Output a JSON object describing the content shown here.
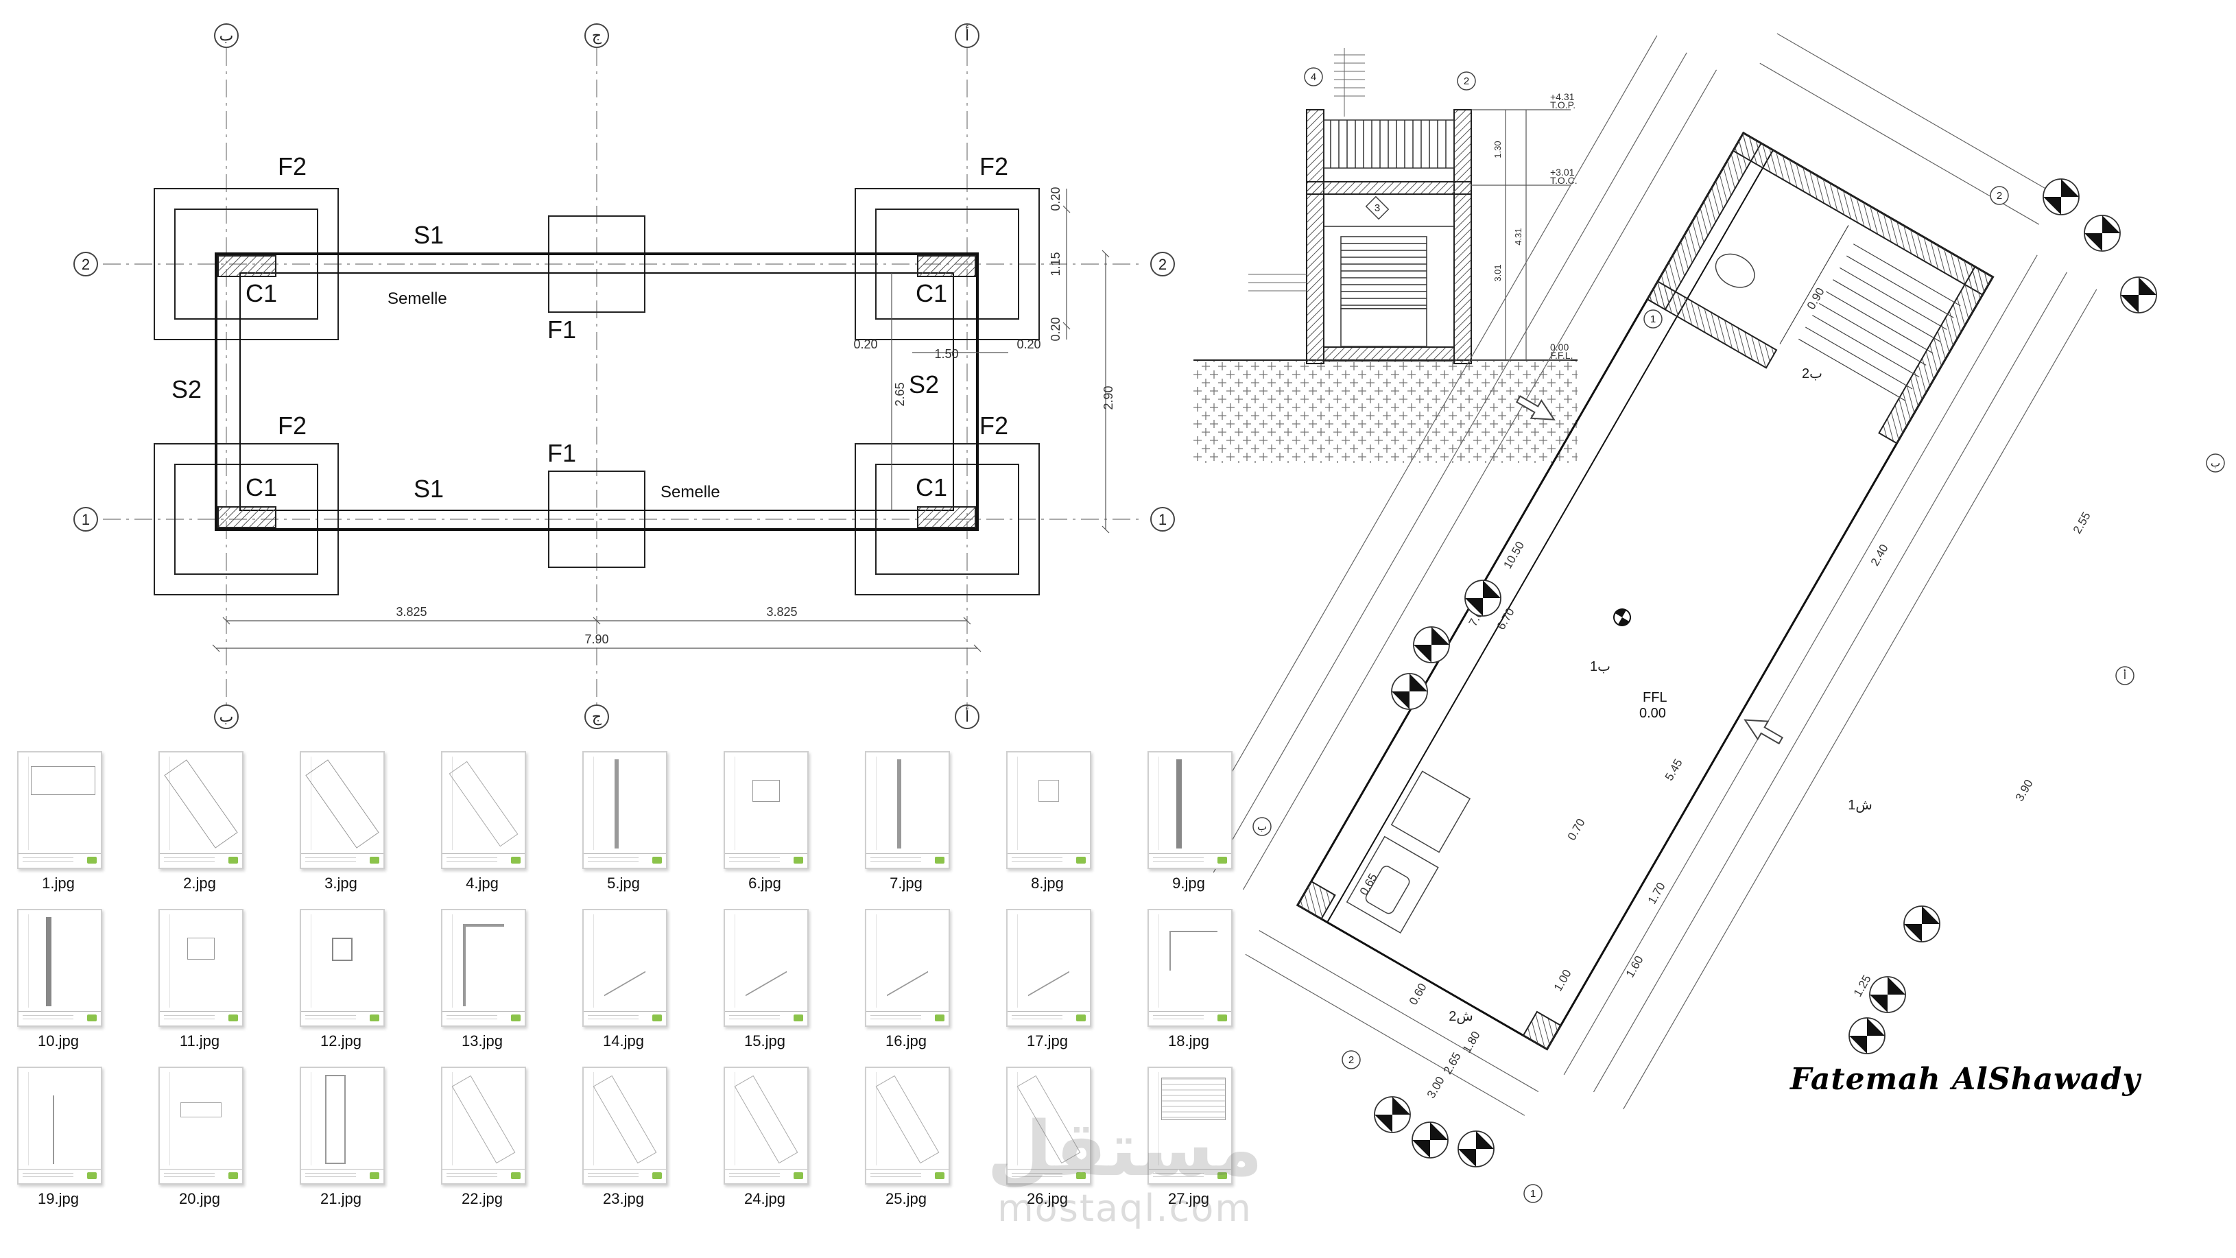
{
  "foundation_plan": {
    "grid_letters": {
      "left": "ب",
      "center": "ج",
      "right": "أ"
    },
    "grid_numbers": {
      "top": "2",
      "bottom": "1"
    },
    "footing_corner": "F2",
    "footing_mid": "F1",
    "column": "C1",
    "beam_long": "S1",
    "beam_short": "S2",
    "semelle": "Semelle",
    "dims": {
      "half_span": "3.825",
      "total_span": "7.90",
      "depth": "2.90",
      "inner_depth": "2.65",
      "footing_side": "0.20",
      "footing_inner": "1.15",
      "footing_width": "1.50"
    }
  },
  "section": {
    "levels": [
      {
        "value": "+4.31",
        "name": "T.O.P."
      },
      {
        "value": "+3.01",
        "name": "T.O.C."
      },
      {
        "value": "0.00",
        "name": "F.F.L."
      }
    ],
    "dims": [
      "1.30",
      "3.01",
      "4.31"
    ],
    "grid_bubbles": [
      "4",
      "3",
      "2"
    ]
  },
  "floor_plan": {
    "ffl_label": "FFL",
    "ffl_value": "0.00",
    "room_tags": [
      "1ب",
      "1ش",
      "2ش",
      "2ب"
    ],
    "dims": [
      "10.50",
      "7.65",
      "6.70",
      "5.45",
      "1.70",
      "1.00",
      "1.60",
      "0.70",
      "0.60",
      "0.65",
      "2.65",
      "3.00",
      "1.80",
      "2.40",
      "2.55",
      "0.90",
      "1.25",
      "3.90"
    ],
    "grid_bubbles": [
      "1",
      "2",
      "ب",
      "أ"
    ]
  },
  "thumbnails": [
    "1.jpg",
    "2.jpg",
    "3.jpg",
    "4.jpg",
    "5.jpg",
    "6.jpg",
    "7.jpg",
    "8.jpg",
    "9.jpg",
    "10.jpg",
    "11.jpg",
    "12.jpg",
    "13.jpg",
    "14.jpg",
    "15.jpg",
    "16.jpg",
    "17.jpg",
    "18.jpg",
    "19.jpg",
    "20.jpg",
    "21.jpg",
    "22.jpg",
    "23.jpg",
    "24.jpg",
    "25.jpg",
    "26.jpg",
    "27.jpg"
  ],
  "signature": "Fatemah AlShawady",
  "watermark": {
    "arabic": "مستقل",
    "latin": "mostaql.com"
  }
}
